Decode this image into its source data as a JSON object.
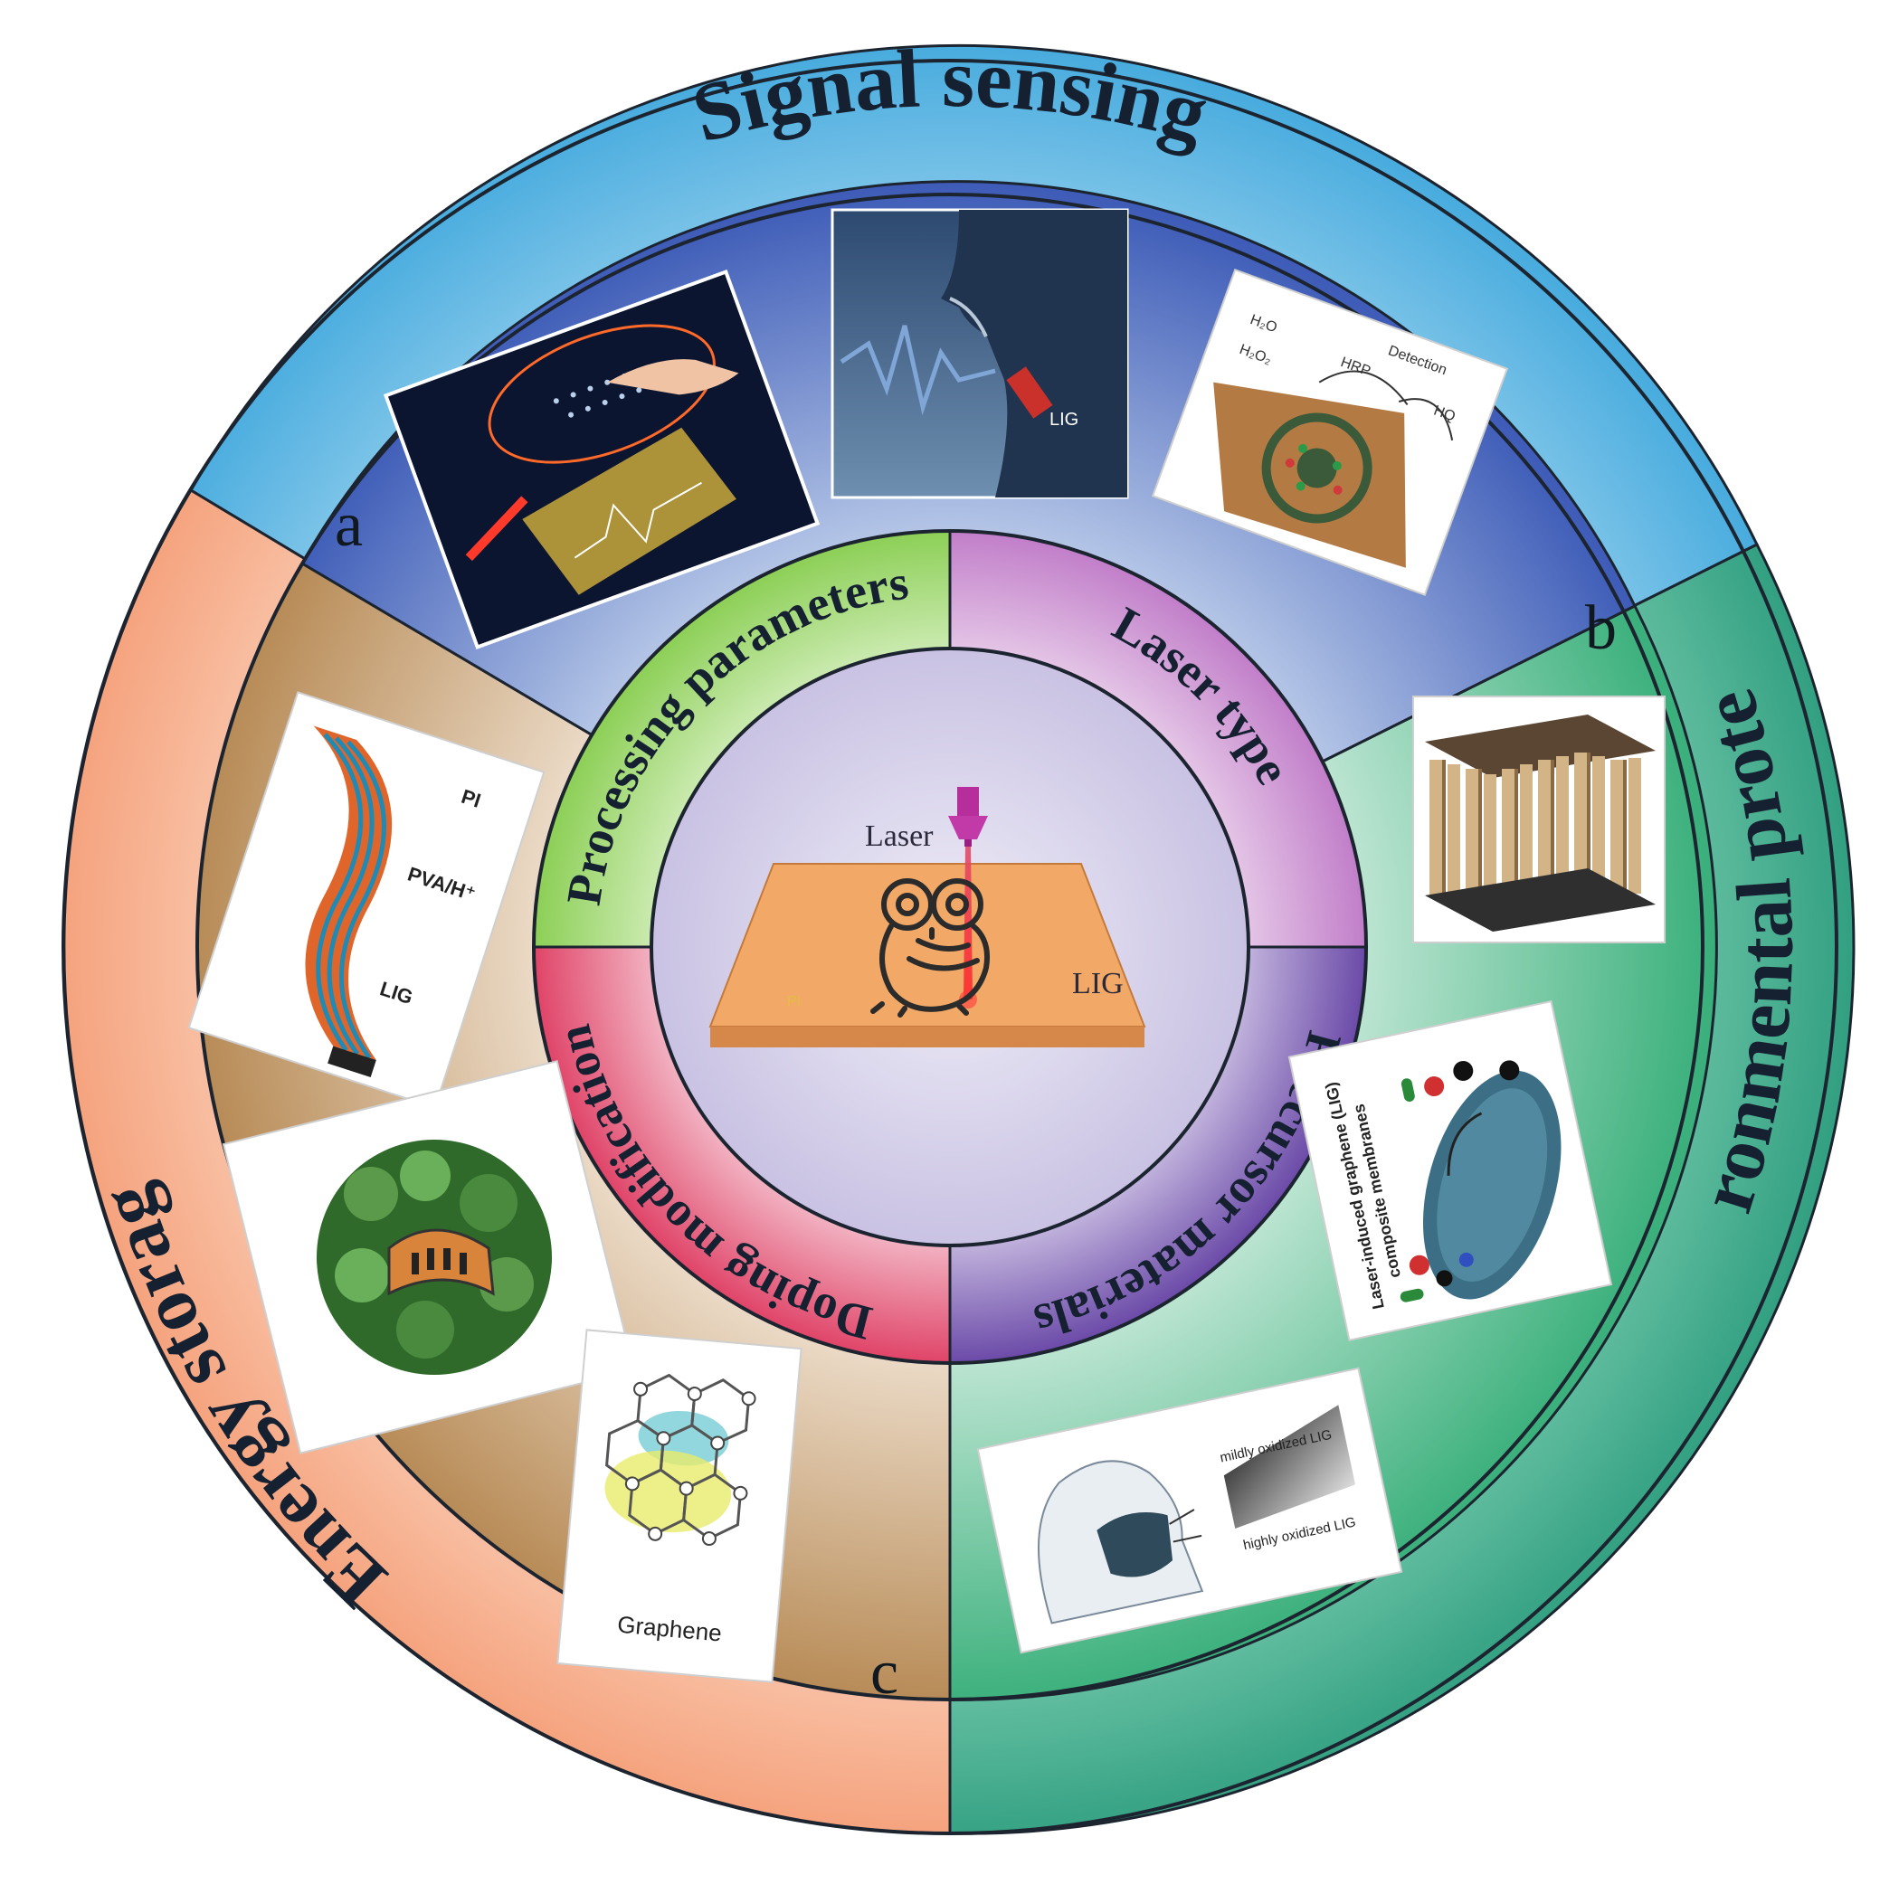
{
  "outer_ring": {
    "top": "Signal sensing",
    "right": "Environmental protection",
    "left": "Energy storage"
  },
  "inner_ring": {
    "top_left": "Processing parameters",
    "top_right": "Laser type",
    "bottom_right": "Precursor materials",
    "bottom_left": "Doping modification"
  },
  "panel_letters": {
    "a": "a",
    "b": "b",
    "c": "c"
  },
  "center": {
    "laser_label": "Laser",
    "lig_label": "LIG",
    "pi_label": "PI"
  },
  "thumbnails": {
    "voice_lig": "LIG",
    "supercap_pi": "PI",
    "supercap_pva": "PVA/H⁺",
    "supercap_lig": "LIG",
    "graphene": "Graphene",
    "membrane_line1": "Laser-induced graphene (LIG)",
    "membrane_line2": "composite membranes",
    "mask_mild": "mildly oxidized LIG",
    "mask_high": "highly oxidized LIG",
    "bio_detection": "Detection",
    "bio_hrp": "HRP",
    "bio_h2o": "H₂O",
    "bio_h2o2": "H₂O₂",
    "bio_hq": "HQ"
  },
  "colors": {
    "signal": "#4fb0df",
    "environment": "#3aa889",
    "energy": "#f6a57f",
    "processing": "#9fd873",
    "laser_type": "#c78fcf",
    "precursor": "#7c5fb6",
    "doping": "#e45676",
    "center": "#e2def0"
  }
}
